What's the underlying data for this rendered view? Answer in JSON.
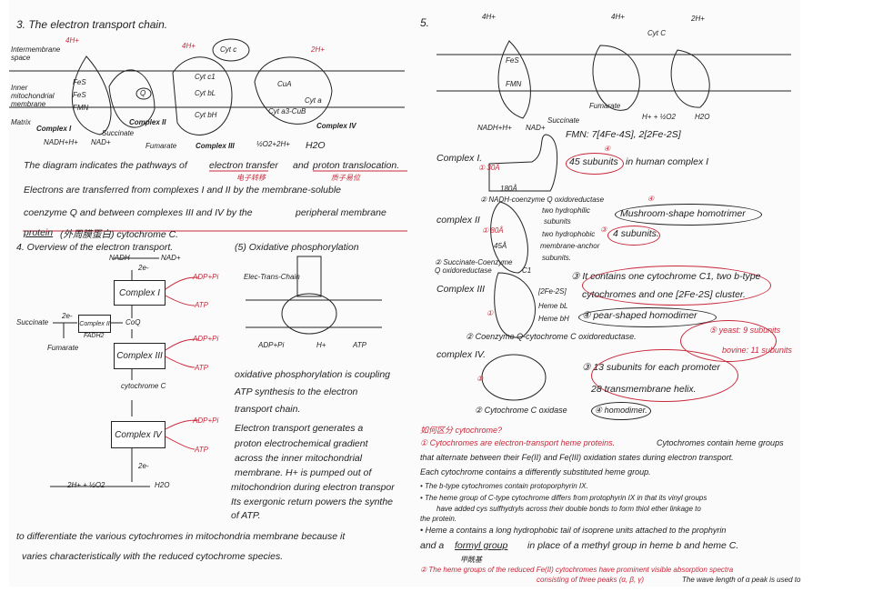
{
  "left": {
    "heading3": "3. The electron transport chain.",
    "membrane_labels": [
      "Intermembrane space",
      "Inner mitochondrial membrane",
      "Matrix"
    ],
    "diagram_labels": {
      "h4_left": "4H+",
      "h4_mid": "4H+",
      "h2_right": "2H+",
      "cytc": "Cyt c",
      "fes1": "FeS",
      "fes2": "FeS",
      "fmn": "FMN",
      "q": "Q",
      "c1": "Cyt c1",
      "bl": "Cyt bL",
      "bh": "Cyt bH",
      "cua": "CuA",
      "cyta": "Cyt a",
      "cyta3": "Cyt a3-CuB",
      "complex1": "Complex I",
      "complex2": "Complex II",
      "complex3": "Complex III",
      "complex4": "Complex IV",
      "nadh": "NADH+H+",
      "nad": "NAD+",
      "succinate": "Succinate",
      "fumarate": "Fumarate",
      "o2": "½O2+2H+",
      "h2o": "H2O"
    },
    "paragraph": [
      "The diagram indicates the pathways of",
      "electron transfer",
      "and",
      "proton translocation.",
      "电子转移",
      "质子易位",
      "Electrons are transferred from complexes I and II by the membrane-soluble",
      "coenzyme Q and between complexes III and IV by the",
      "peripheral membrane",
      "protein",
      "(外周膜蛋白) cytochrome C."
    ],
    "heading4": "4. Overview of the electron transport.",
    "heading5": "(5) Oxidative phosphorylation",
    "flow": {
      "nadh": "NADH",
      "nad": "NAD+",
      "e1": "2e-",
      "c1": "Complex I",
      "adp": "ADP+Pi",
      "atp": "ATP",
      "succinate": "Succinate",
      "e2": "2e-",
      "c2": "Complex II",
      "fadh2": "FADH2",
      "fumarate": "Fumarate",
      "coq": "CoQ",
      "c3": "Complex III",
      "cytc": "cytochrome C",
      "c4": "Complex IV",
      "e3": "2e-",
      "o2": "2H+ + ½O2",
      "h2o": "H2O"
    },
    "synthase": {
      "label": "Elec-Trans-Chain",
      "adp": "ADP+Pi",
      "h": "H+",
      "atp": "ATP"
    },
    "oxphos_text": [
      "oxidative phosphorylation is coupling",
      "ATP synthesis to the electron",
      "transport chain.",
      "Electron transport generates a",
      "proton electrochemical gradient",
      "across the inner mitochondrial",
      "membrane. H+ is pumped out of",
      "mitochondrion during electron transpor",
      "Its exergonic return powers the synthe",
      "of ATP."
    ],
    "footer": [
      "to differentiate the various cytochromes in mitochondria membrane because it",
      "varies characteristically with the reduced cytochrome species."
    ]
  },
  "right": {
    "heading": "5.",
    "diagram_labels": {
      "h4a": "4H+",
      "h4b": "4H+",
      "h2": "2H+",
      "cytc": "Cyt C",
      "fes": "FeS",
      "fmn": "FMN",
      "nadh": "NADH+H+",
      "nad": "NAD+",
      "succinate": "Succinate",
      "fumarate": "Fumarate",
      "o2": "H+ + ½O2",
      "h2o": "H2O"
    },
    "fmn_note": "FMN: 7[4Fe-4S], 2[2Fe-2S]",
    "c1": {
      "label": "Complex I.",
      "size1": "① 30Å",
      "size2": "180Å",
      "name": "② NADH-coenzyme Q oxidoreductase",
      "subunits": "45 subunits",
      "subunits_rest": "in human complex I",
      "num": "④"
    },
    "c2": {
      "label": "complex II",
      "size1": "① 80Å",
      "size2": "45Å",
      "notes": [
        "two hydrophilic",
        "subunits",
        "two hydrophobic",
        "membrane-anchor",
        "subunits."
      ],
      "name": "② Succinate-Coenzyme Q oxidoreductase",
      "shape": "Mushroom-shape homotrimer",
      "subunits": "4 subunits.",
      "num3": "③",
      "num4": "④"
    },
    "c3": {
      "label": "Complex III",
      "num1": "①",
      "parts": [
        "[2Fe-2S]",
        "Heme bL",
        "Heme bH"
      ],
      "c1": "C1",
      "contains": [
        "③ It contains one cytochrome C1, two b-type",
        "cytochromes and one [2Fe-2S] cluster."
      ],
      "shape": "④ pear-shaped homodimer",
      "name": "② Coenzyme Q-cytochrome C oxidoreductase.",
      "species": [
        "⑤ yeast: 9 subunits",
        "bovine: 11 subunits"
      ]
    },
    "c4": {
      "label": "complex IV.",
      "num1": "①",
      "subunits": "③ 13 subunits for each promoter",
      "helix": "28 transmembrane helix.",
      "name": "② Cytochrome C oxidase",
      "shape": "④ homodimer."
    },
    "question": "如何区分 cytochrome?",
    "text": [
      "① Cytochromes are electron-transport heme proteins.",
      "Cytochromes contain heme groups",
      "that alternate between their Fe(II) and Fe(III) oxidation states during electron transport.",
      "Each cytochrome contains a differently substituted heme group.",
      "• The b-type cytochromes contain protoporphyrin IX.",
      "• The heme group of C-type cytochrome differs from protophyrin IX in that its vinyl groups",
      "have added cys sulfhydryls across their double bonds to form thiol ether linkage to",
      "the protein.",
      "• Heme a contains a long hydrophobic tail of isoprene units attached to the prophyrin",
      "and a",
      "formyl group",
      "in place of a methyl group in heme b and heme C.",
      "甲酰基",
      "② The heme groups of the reduced Fe(II) cytochromes have prominent visible absorption spectra",
      "consisting of three peaks (α, β, γ)",
      "The wave length of α peak is used to"
    ]
  }
}
